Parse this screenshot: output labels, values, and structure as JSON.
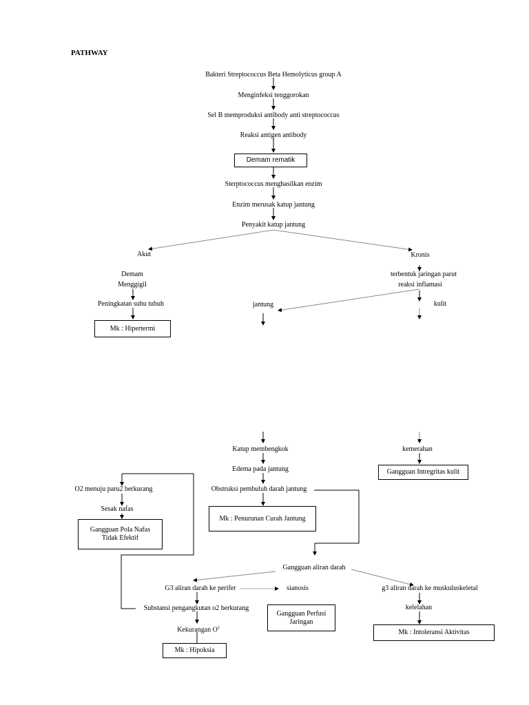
{
  "title": "PATHWAY",
  "nodes": {
    "bakteri": "Bakteri Streptococcus Beta Hemolyticus group A",
    "menginfeksi": "Menginfeksi tenggorokan",
    "sel_b": "Sel B memproduksi antibody anti streptococcus",
    "reaksi_antigen": "Reaksi antigen antibody",
    "demam_rematik": "Demam rematik",
    "sterptococcus_enzim": "Sterptococcus menghasilkan enzim",
    "enzim_merusak": "Enzim merusak katup jantung",
    "penyakit_katup": "Penyakit katup jantung",
    "akut": "Akut",
    "kronis": "Kronis",
    "demam": "Demam",
    "menggigil": "Menggigil",
    "peningkatan_suhu": "Peningkatan suhu tubuh",
    "mk_hipertermi": "Mk : Hipertermi",
    "terbentuk_jaringan": "terbentuk jaringan parut",
    "reaksi_inflamasi": "reaksi inflamasi",
    "jantung": "jantung",
    "kulit": "kulit",
    "katup_membengkok": "Katup membengkok",
    "edema": "Edema pada jantung",
    "obstruksi": "Obstruksi pembuluh darah jantung",
    "mk_penurunan_curah": "Mk : Penurunan Curah Jantung",
    "kemerahan": "kemerahan",
    "gangguan_integritas": "Gangguan Intregritas kulit",
    "o2_menuju": "O2 menuju paru2 berkurang",
    "sesak_nafas": "Sesak nafas",
    "gangguan_pola_nafas_1": "Gangguan Pola Nafas",
    "gangguan_pola_nafas_2": "Tidak Efektif",
    "gangguan_aliran": "Gangguan aliran darah",
    "g3_perifer": "G3 aliran darah ke perifer",
    "sianosis": "sianosis",
    "g3_muskulus": "g3 aliran darah ke muskuluskeletal",
    "substansi": "Substansi pengangkutan o2 berkurang",
    "gangguan_perfusi_1": "Gangguan Perfusi",
    "gangguan_perfusi_2": "Jaringan",
    "kelelahan": "kelelahan",
    "mk_intoleransi": "Mk : Intoleransi Aktivitas",
    "kekurangan_o2": "Kekurangan O",
    "kekurangan_o2_sup": "2",
    "mk_hipoksia": "Mk : Hipoksia"
  }
}
